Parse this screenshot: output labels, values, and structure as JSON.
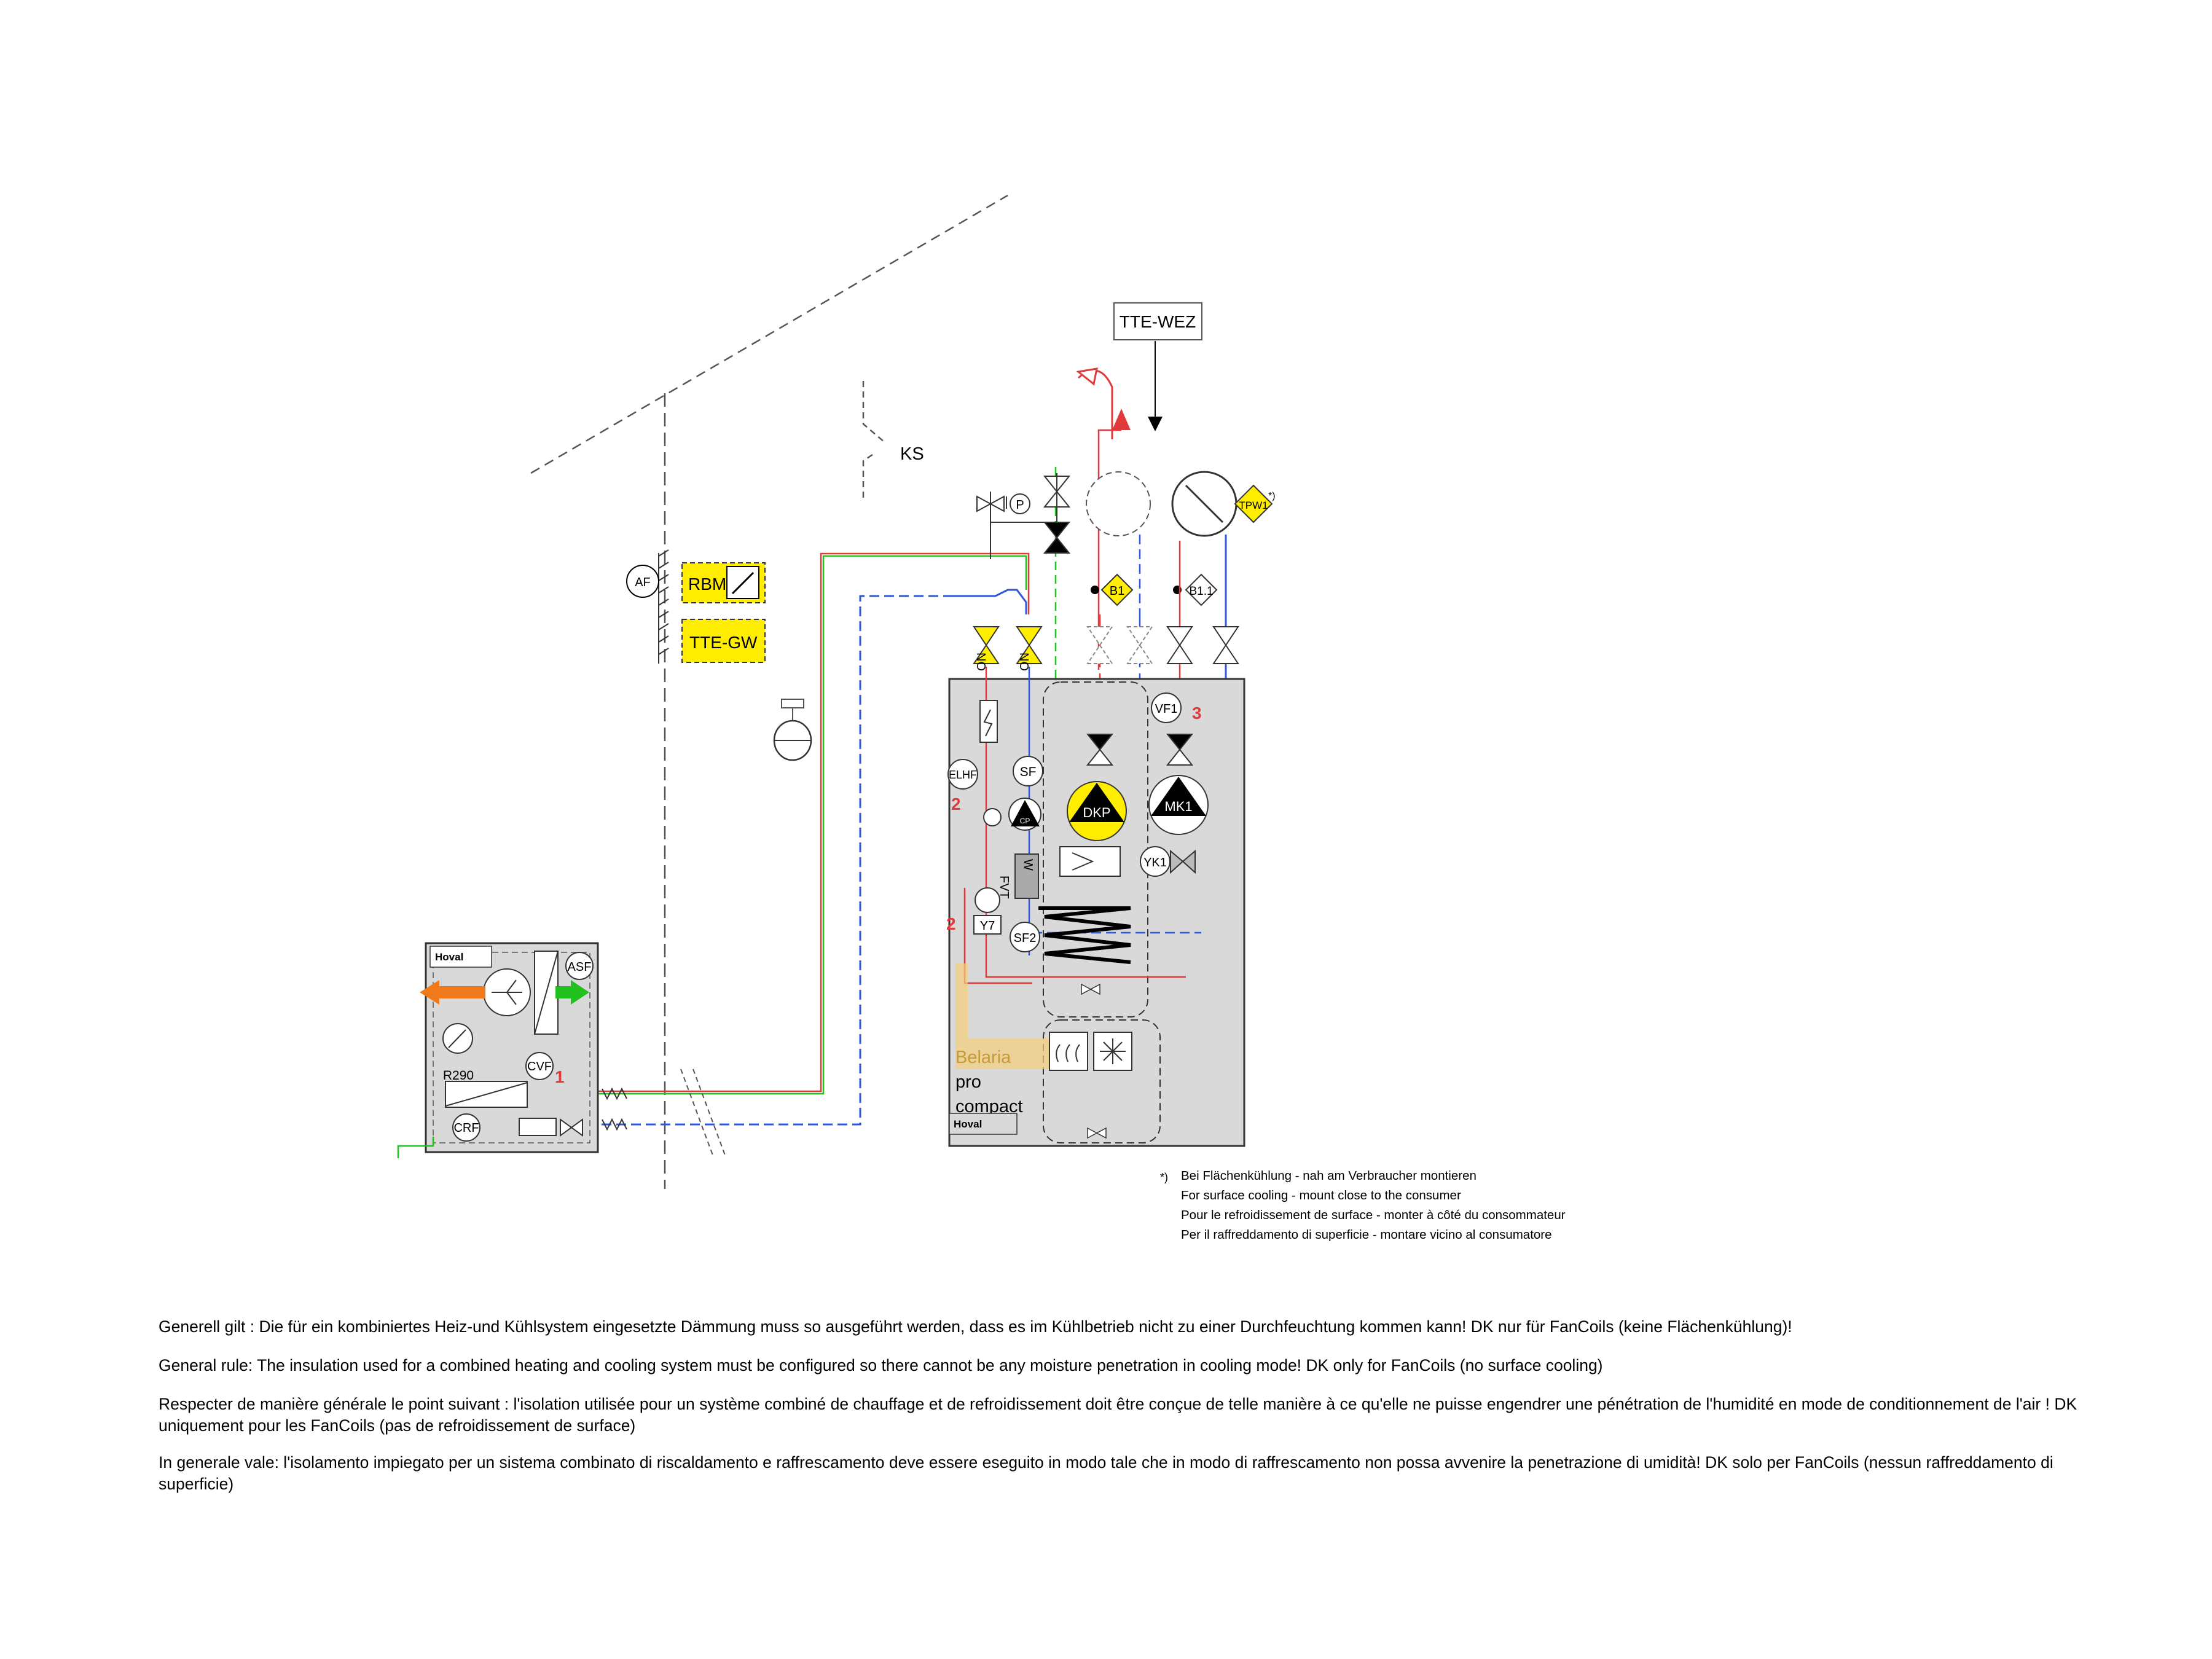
{
  "palette": {
    "flow_red": "#e23a3a",
    "return_blue": "#2f56d6",
    "green": "#22c21e",
    "yellow": "#ffee00",
    "orange": "#f07a1a",
    "unit_gray": "#d9d9d9",
    "belaria_highlight": "#f5cf7a"
  },
  "labels": {
    "tte_wez": "TTE-WEZ",
    "ks": "KS",
    "af": "AF",
    "rbm": "RBM",
    "tte_gw": "TTE-GW",
    "p": "P",
    "tpw1": "TPW1",
    "asterisk": "*)",
    "b1": "B1",
    "b1_1": "B1.1",
    "no_left": "NO",
    "no_right": "NO",
    "vf1": "VF1",
    "marker_3": "3",
    "elhf": "ELHF",
    "sf": "SF",
    "marker_2a": "2",
    "cp": "CP",
    "dkp": "DKP",
    "mk1": "MK1",
    "yk1": "YK1",
    "fvt": "FVT",
    "wt": "W",
    "marker_2b": "2",
    "y7": "Y7",
    "sf2": "SF2",
    "belaria_line1": "Belaria",
    "belaria_line2": "pro",
    "belaria_line3": "compact",
    "hoval_unit": "Hoval",
    "hoval_outdoor": "Hoval",
    "asf": "ASF",
    "r290": "R290",
    "cvf": "CVF",
    "marker_1": "1",
    "crf": "CRF"
  },
  "footnote": {
    "mark": "*)",
    "lines": [
      "Bei Flächenkühlung - nah am Verbraucher montieren",
      "For surface cooling - mount close to the consumer",
      "Pour le refroidissement de surface - monter à côté du consommateur",
      "Per il raffreddamento di superficie - montare vicino al consumatore"
    ]
  },
  "notes": {
    "de": "Generell gilt : Die für ein kombiniertes Heiz-und Kühlsystem eingesetzte Dämmung muss so ausgeführt werden, dass es im Kühlbetrieb nicht zu einer Durchfeuchtung kommen kann! DK nur für FanCoils (keine Flächenkühlung)!",
    "en": "General rule: The insulation used for a combined heating and cooling system must be configured so there cannot be any moisture penetration in cooling mode! DK only for FanCoils (no surface cooling)",
    "fr": "Respecter de manière générale le point suivant : l'isolation utilisée pour un système combiné de chauffage et de refroidissement doit être conçue de telle manière à ce qu'elle ne puisse engendrer une pénétration de l'humidité en mode de conditionnement de l'air ! DK uniquement pour les FanCoils (pas de refroidissement de surface)",
    "it": "In generale vale: l'isolamento impiegato per un sistema combinato di riscaldamento e raffrescamento deve essere eseguito in modo tale che in modo di raffrescamento non possa avvenire la penetrazione di umidità! DK solo per FanCoils (nessun raffreddamento di superficie)"
  }
}
